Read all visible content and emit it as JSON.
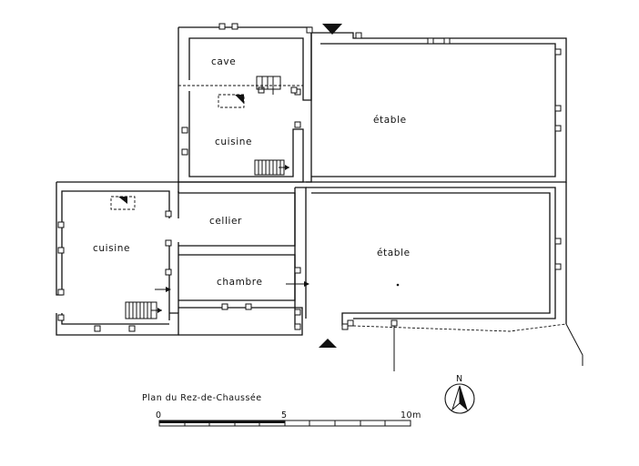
{
  "rooms": {
    "cave": "cave",
    "cuisine_upper": "cuisine",
    "etable_upper": "étable",
    "cellier": "cellier",
    "cuisine_lower": "cuisine",
    "chambre": "chambre",
    "etable_lower": "étable"
  },
  "plan_title": "Plan du Rez-de-Chaussée",
  "scale": {
    "tick_0": "0",
    "tick_5": "5",
    "tick_10": "10m"
  },
  "north_label": "N"
}
